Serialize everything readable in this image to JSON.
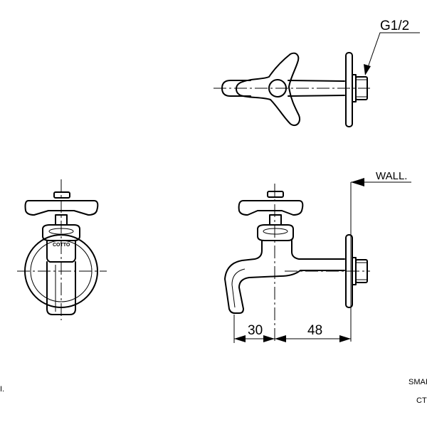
{
  "thread_label": "G1/2",
  "wall_label": "WALL.",
  "dim_spout": "30",
  "dim_wall": "48",
  "brand_mark": "COTTO",
  "left_edge_text": "I.",
  "corner_line1": "SMAI",
  "corner_line2": "CT"
}
